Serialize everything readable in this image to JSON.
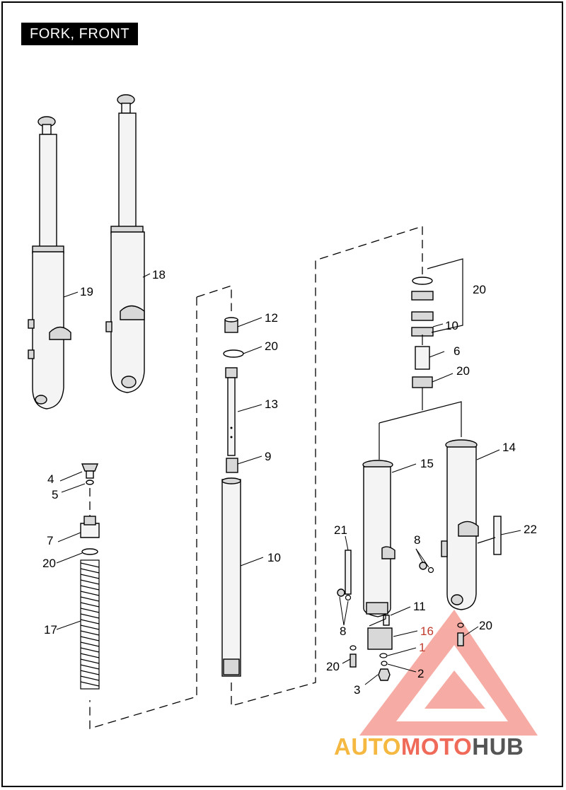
{
  "title": "FORK, FRONT",
  "callouts": {
    "c19": "19",
    "c18": "18",
    "c12": "12",
    "c20a": "20",
    "c13": "13",
    "c9": "9",
    "c10": "10",
    "c4": "4",
    "c5": "5",
    "c7": "7",
    "c20b": "20",
    "c17": "17",
    "c20c": "20",
    "c10b": "10",
    "c6": "6",
    "c20d": "20",
    "c14": "14",
    "c15": "15",
    "c21": "21",
    "c22": "22",
    "c8a": "8",
    "c8b": "8",
    "c11": "11",
    "c16": "16",
    "c1": "1",
    "c20e": "20",
    "c20f": "20",
    "c2": "2",
    "c3": "3"
  },
  "watermark": {
    "part1": "AUTO",
    "part2": "MOTO",
    "part3": "HUB",
    "color1": "#f5b942",
    "color2": "#f06a5a",
    "color3": "#555555",
    "triangle_color": "#f06a5a"
  }
}
